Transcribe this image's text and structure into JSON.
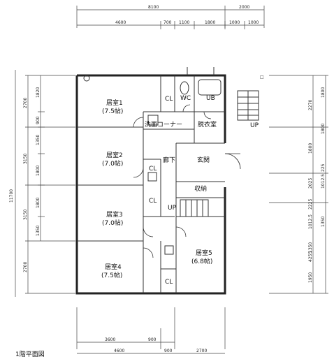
{
  "caption": "1階平面図",
  "rooms": {
    "room1": {
      "name": "居室1",
      "size": "(7.5帖)"
    },
    "room2": {
      "name": "居室2",
      "size": "(7.0帖)"
    },
    "room3": {
      "name": "居室3",
      "size": "(7.0帖)"
    },
    "room4": {
      "name": "居室4",
      "size": "(7.5帖)"
    },
    "room5": {
      "name": "居室5",
      "size": "(6.8帖)"
    },
    "wc": "WC",
    "bath": "UB",
    "washroom": "洗面コーナー",
    "dressing": "脱衣室",
    "hall": "廊下",
    "entrance": "玄関",
    "storage": "収納",
    "up_label": "UP",
    "up_label2": "UP",
    "cl": "CL",
    "cl_mark": "□"
  },
  "dims": {
    "top_total_left": "8100",
    "top_total_right": "2000",
    "top_parts": [
      "4600",
      "700",
      "1100",
      "1800",
      "1000",
      "1000"
    ],
    "bottom_parts1": [
      "3600",
      "900"
    ],
    "bottom_parts2": [
      "4600",
      "900",
      "2700"
    ],
    "left_total": "11700",
    "left_outer": [
      "2700",
      "3150",
      "3150",
      "2700"
    ],
    "left_inner": [
      "1820",
      "900",
      "1350",
      "1800",
      "1800",
      "1350"
    ],
    "right_outer": [
      "2270",
      "1800",
      "2025",
      "2225",
      "4255"
    ],
    "right_inner": [
      "1800",
      "1800",
      "225",
      "1012.5",
      "1012.5",
      "1350",
      "1350",
      "1950"
    ]
  }
}
